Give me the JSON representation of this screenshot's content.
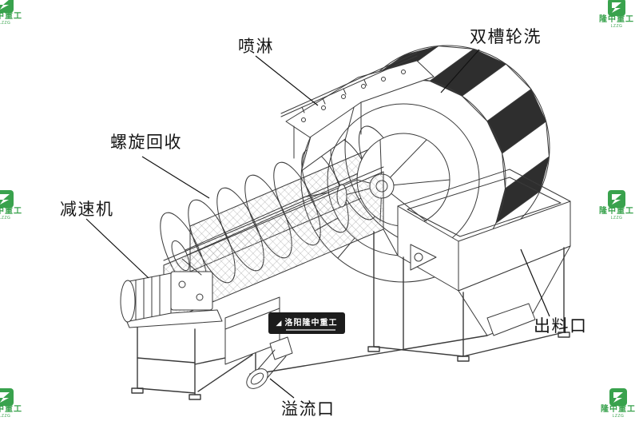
{
  "labels": {
    "spray": "喷淋",
    "double_trough": "双槽轮洗",
    "spiral_recovery": "螺旋回收",
    "reducer": "减速机",
    "discharge": "出料口",
    "overflow": "溢流口"
  },
  "nameplate": {
    "brand": "洛阳隆中重工"
  },
  "watermark": {
    "brand": "隆中重工",
    "abbr": "LZZG"
  },
  "colors": {
    "line": "#3a3a3a",
    "label_text": "#151515",
    "watermark_green": "#2f9e44",
    "nameplate_bg": "#1c1c1c",
    "bucket_dark": "#2e2e2e"
  }
}
